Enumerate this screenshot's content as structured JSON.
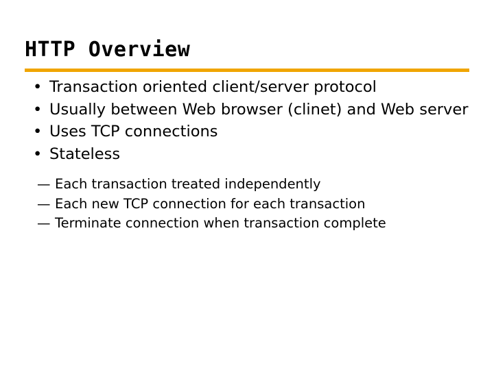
{
  "slide": {
    "title": "HTTP Overview",
    "accent_color": "#f0a500",
    "text_color": "#000000",
    "background_color": "#ffffff",
    "bullet_glyph_level1": "•",
    "bullet_glyph_level2": "—",
    "bullets": [
      {
        "text": "Transaction oriented client/server protocol"
      },
      {
        "text": "Usually between Web browser (clinet) and Web server"
      },
      {
        "text": "Uses TCP connections"
      },
      {
        "text": "Stateless"
      }
    ],
    "sub_bullets": [
      {
        "text": "Each transaction treated independently"
      },
      {
        "text": "Each new TCP connection for each transaction"
      },
      {
        "text": "Terminate connection when transaction complete"
      }
    ]
  }
}
